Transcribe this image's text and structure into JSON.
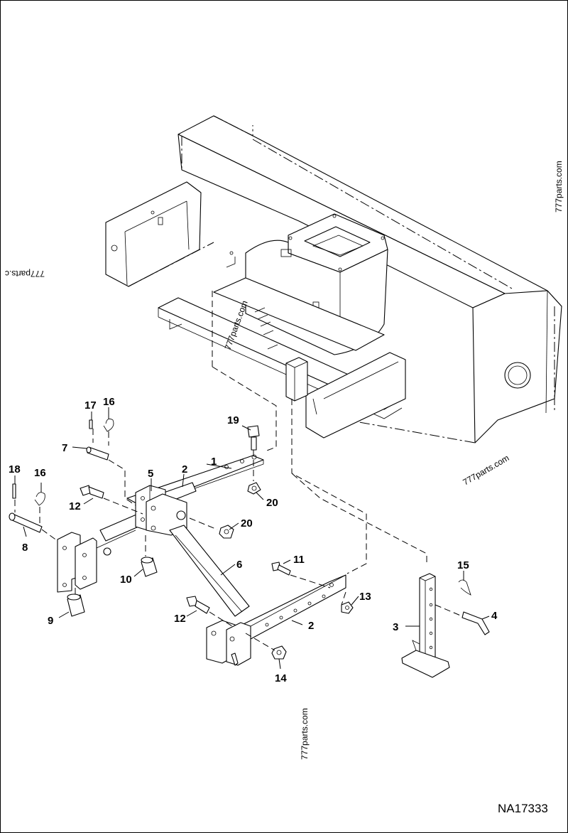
{
  "drawing_code": "NA17333",
  "watermarks": [
    "777parts.com",
    "777parts.com",
    "777parts.com",
    "777parts.c",
    "777parts.com"
  ],
  "callouts": {
    "c1": "1",
    "c2a": "2",
    "c2b": "2",
    "c3": "3",
    "c4": "4",
    "c5": "5",
    "c6": "6",
    "c7": "7",
    "c8": "8",
    "c9": "9",
    "c10": "10",
    "c11": "11",
    "c12a": "12",
    "c12b": "12",
    "c13": "13",
    "c14": "14",
    "c15": "15",
    "c16a": "16",
    "c16b": "16",
    "c17": "17",
    "c18": "18",
    "c19": "19",
    "c20a": "20",
    "c20b": "20"
  }
}
